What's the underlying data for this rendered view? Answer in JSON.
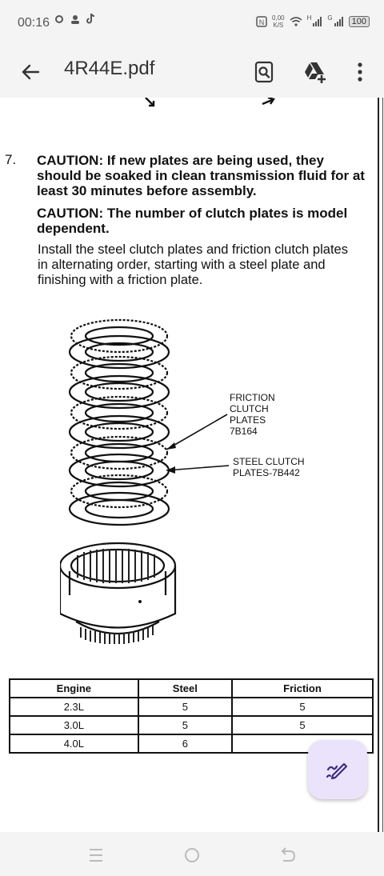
{
  "status_bar": {
    "time": "00:16",
    "net_speed_value": "0,00",
    "net_speed_unit": "K/S",
    "signal1_label": "H",
    "signal2_label": "G",
    "battery": "100"
  },
  "app_bar": {
    "title": "4R44E.pdf"
  },
  "document": {
    "step_number": "7.",
    "caution1": "CAUTION: If new plates are being used, they should be soaked in clean transmission fluid for at least 30 minutes before assembly.",
    "caution2": "CAUTION: The number of clutch plates is model dependent.",
    "instruction": "Install the steel clutch plates and friction clutch plates in alternating order, starting with a steel plate and finishing with a friction plate.",
    "callout_friction": [
      "FRICTION",
      "CLUTCH",
      "PLATES",
      "7B164"
    ],
    "callout_steel": [
      "STEEL CLUTCH",
      "PLATES-7B442"
    ],
    "table": {
      "headers": [
        "Engine",
        "Steel",
        "Friction"
      ],
      "rows": [
        [
          "2.3L",
          "5",
          "5"
        ],
        [
          "3.0L",
          "5",
          "5"
        ],
        [
          "4.0L",
          "6",
          ""
        ]
      ]
    }
  },
  "icons": {
    "back": "arrow-left-icon",
    "search": "document-search-icon",
    "drive": "google-drive-add-icon",
    "more": "more-vertical-icon",
    "edit": "pen-edit-icon"
  },
  "colors": {
    "bar_bg": "#f4f4f4",
    "fab_bg": "#ebe3fb",
    "fab_icon": "#3a2f7a"
  }
}
